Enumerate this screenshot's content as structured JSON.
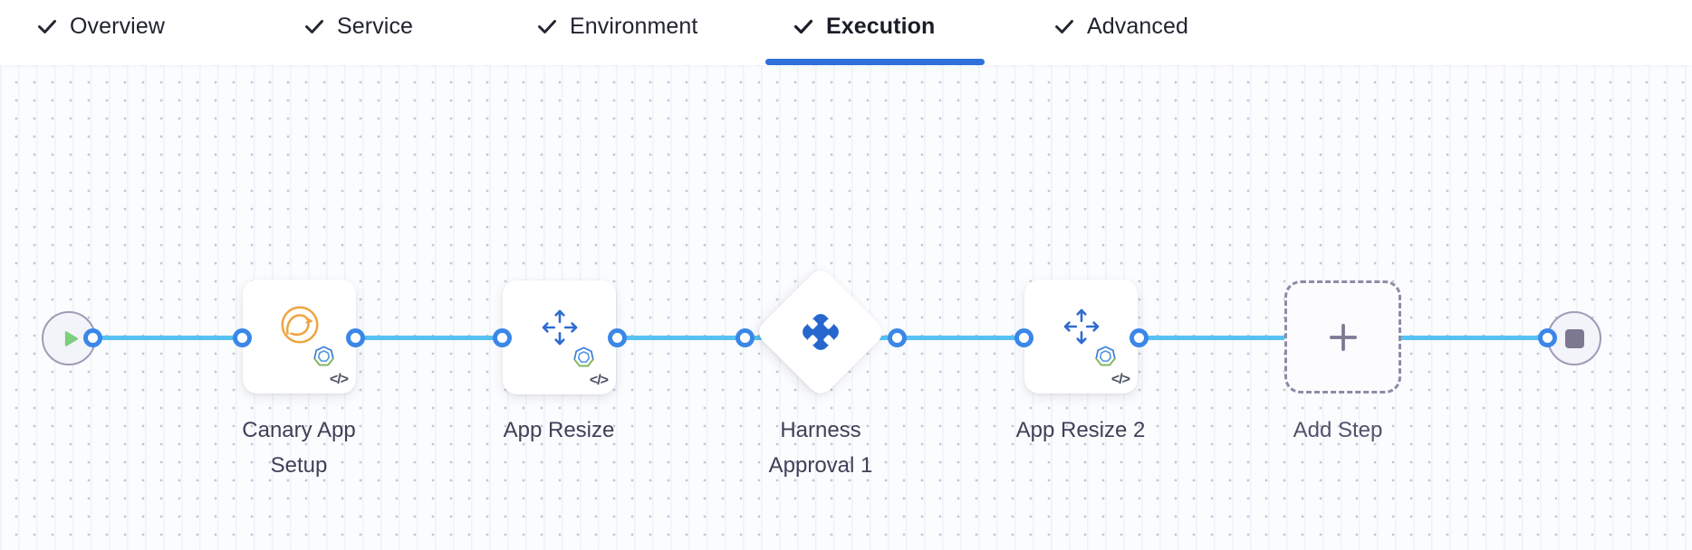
{
  "tabs": [
    {
      "label": "Overview",
      "completed": true,
      "active": false
    },
    {
      "label": "Service",
      "completed": true,
      "active": false
    },
    {
      "label": "Environment",
      "completed": true,
      "active": false
    },
    {
      "label": "Execution",
      "completed": true,
      "active": true
    },
    {
      "label": "Advanced",
      "completed": true,
      "active": false
    }
  ],
  "pipeline": {
    "steps": [
      {
        "name": "Canary App Setup",
        "icon": "canary-bird-icon",
        "platform_badge": "kubernetes-icon",
        "code_badge": "</>",
        "shape": "card"
      },
      {
        "name": "App Resize",
        "icon": "move-arrows-icon",
        "platform_badge": "kubernetes-icon",
        "code_badge": "</>",
        "shape": "card"
      },
      {
        "name": "Harness Approval 1",
        "icon": "harness-approval-icon",
        "shape": "diamond"
      },
      {
        "name": "App Resize 2",
        "icon": "move-arrows-icon",
        "platform_badge": "kubernetes-icon",
        "code_badge": "</>",
        "shape": "card"
      }
    ],
    "add_step": {
      "label": "Add Step",
      "icon": "plus-icon"
    },
    "start_node": {
      "icon": "play-triangle-icon"
    },
    "end_node": {
      "icon": "stop-square-icon"
    }
  },
  "colors": {
    "accent_blue": "#2D6FDB",
    "connector_line": "#57C1F2",
    "port_ring": "#3A87E8",
    "harness_blue": "#2766CE",
    "canary_orange": "#F0A440",
    "arrows_blue": "#2E6BD0",
    "play_green": "#7CCF7C",
    "stop_gray": "#7B7890",
    "label_text": "#3E4157"
  }
}
